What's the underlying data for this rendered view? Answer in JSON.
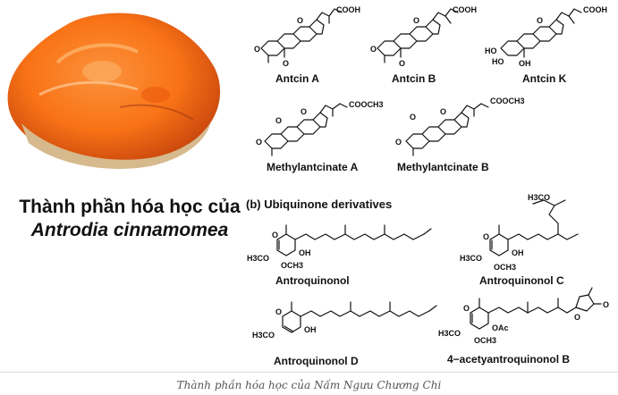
{
  "figure": {
    "title_line1": "Thành phần hóa học của",
    "title_line2": "Antrodia cinnamomea",
    "section_b_label": "(b) Ubiquinone derivatives",
    "caption": "Thành phần hóa học của Nấm Ngưu Chương Chi",
    "mushroom_colors": {
      "outer": "#c2410c",
      "inner": "#f97316",
      "highlight": "#fb923c",
      "underside": "#d6b98c"
    }
  },
  "compounds": [
    {
      "label": "Antcin A",
      "groups": [
        "COOH",
        "O",
        "O",
        "O"
      ]
    },
    {
      "label": "Antcin B",
      "groups": [
        "COOH",
        "O",
        "O",
        "O"
      ]
    },
    {
      "label": "Antcin K",
      "groups": [
        "COOH",
        "HO",
        "HO",
        "OH",
        "O"
      ]
    },
    {
      "label": "Methylantcinate A",
      "groups": [
        "COOCH3",
        "O",
        "O",
        "O"
      ]
    },
    {
      "label": "Methylantcinate B",
      "groups": [
        "COOCH3",
        "O",
        "O",
        "O"
      ]
    },
    {
      "label": "Antroquinonol",
      "groups": [
        "O",
        "H3CO",
        "OCH3",
        "OH"
      ]
    },
    {
      "label": "Antroquinonol C",
      "groups": [
        "H3CO",
        "O",
        "H3CO",
        "OCH3",
        "OH"
      ]
    },
    {
      "label": "Antroquinonol D",
      "groups": [
        "O",
        "H3CO",
        "OH"
      ]
    },
    {
      "label": "4−acetyantroquinonol B",
      "groups": [
        "O",
        "H3CO",
        "OCH3",
        "OAc",
        "O",
        "O"
      ]
    }
  ]
}
